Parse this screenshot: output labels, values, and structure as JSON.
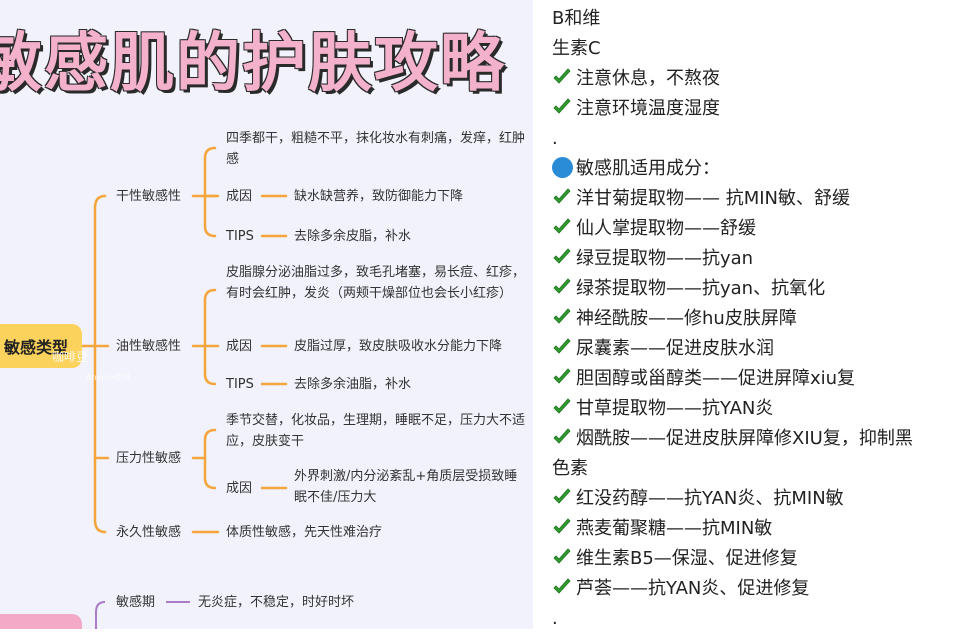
{
  "mindmap": {
    "title": "敏感肌的护肤攻略",
    "root": "敏感类型",
    "watermark": "咖啡豆",
    "watermark_sub": "Ahyu小红书",
    "types": [
      {
        "label": "干性敏感性",
        "details": [
          {
            "label": "",
            "text": "四季都干，粗糙不平，抹化妆水有刺痛，发痒，红肿感"
          },
          {
            "label": "成因",
            "text": "缺水缺营养，致防御能力下降"
          },
          {
            "label": "TIPS",
            "text": "去除多余皮脂，补水"
          }
        ]
      },
      {
        "label": "油性敏感性",
        "details": [
          {
            "label": "",
            "text": "皮脂腺分泌油脂过多，致毛孔堵塞，易长痘、红疹，有时会红肿，发炎（两颊干燥部位也会长小红疹）"
          },
          {
            "label": "成因",
            "text": "皮脂过厚，致皮肤吸收水分能力下降"
          },
          {
            "label": "TIPS",
            "text": "去除多余油脂，补水"
          }
        ]
      },
      {
        "label": "压力性敏感",
        "details": [
          {
            "label": "",
            "text": "季节交替，化妆品，生理期，睡眠不足，压力大不适应，皮肤变干"
          },
          {
            "label": "成因",
            "text": "外界刺激/内分泌紊乱+角质层受损致睡眠不佳/压力大"
          }
        ]
      },
      {
        "label": "永久性敏感",
        "details": [
          {
            "label": "",
            "text": "体质性敏感，先天性难治疗"
          }
        ]
      }
    ],
    "period": {
      "label": "敏感期",
      "text": "无炎症，不稳定，时好时坏"
    }
  },
  "notes": {
    "lines": [
      {
        "icon": "",
        "text": "B和维"
      },
      {
        "icon": "",
        "text": "生素C"
      },
      {
        "icon": "check",
        "text": "注意休息，不熬夜"
      },
      {
        "icon": "check",
        "text": "注意环境温度湿度"
      },
      {
        "icon": "",
        "text": "."
      },
      {
        "icon": "dot",
        "text": "敏感肌适用成分："
      },
      {
        "icon": "check",
        "text": "洋甘菊提取物—— 抗MIN敏、舒缓"
      },
      {
        "icon": "check",
        "text": "仙人掌提取物——舒缓"
      },
      {
        "icon": "check",
        "text": "绿豆提取物——抗yan"
      },
      {
        "icon": "check",
        "text": "绿茶提取物——抗yan、抗氧化"
      },
      {
        "icon": "check",
        "text": "神经酰胺——修hu皮肤屏障"
      },
      {
        "icon": "check",
        "text": "尿囊素——促进皮肤水润"
      },
      {
        "icon": "check",
        "text": "胆固醇或甾醇类——促进屏障xiu复"
      },
      {
        "icon": "check",
        "text": "甘草提取物——抗YAN炎"
      },
      {
        "icon": "check",
        "text": "烟酰胺——促进皮肤屏障修XIU复，抑制黑"
      },
      {
        "icon": "",
        "text": "色素"
      },
      {
        "icon": "check",
        "text": "红没药醇——抗YAN炎、抗MIN敏"
      },
      {
        "icon": "check",
        "text": "燕麦葡聚糖——抗MIN敏"
      },
      {
        "icon": "check",
        "text": "维生素B5—保湿、促进修复"
      },
      {
        "icon": "check",
        "text": "芦荟——抗YAN炎、促进修复"
      },
      {
        "icon": "",
        "text": "."
      }
    ]
  },
  "colors": {
    "mindmap_bg": "#f1f2fb",
    "branch_orange": "#f5a53b",
    "root_yellow": "#fbd25b",
    "title_pink": "#f3b1cb",
    "check_green": "#2e9e2e",
    "dot_blue": "#2a8bd6",
    "branch_purple": "#a87cc8"
  }
}
